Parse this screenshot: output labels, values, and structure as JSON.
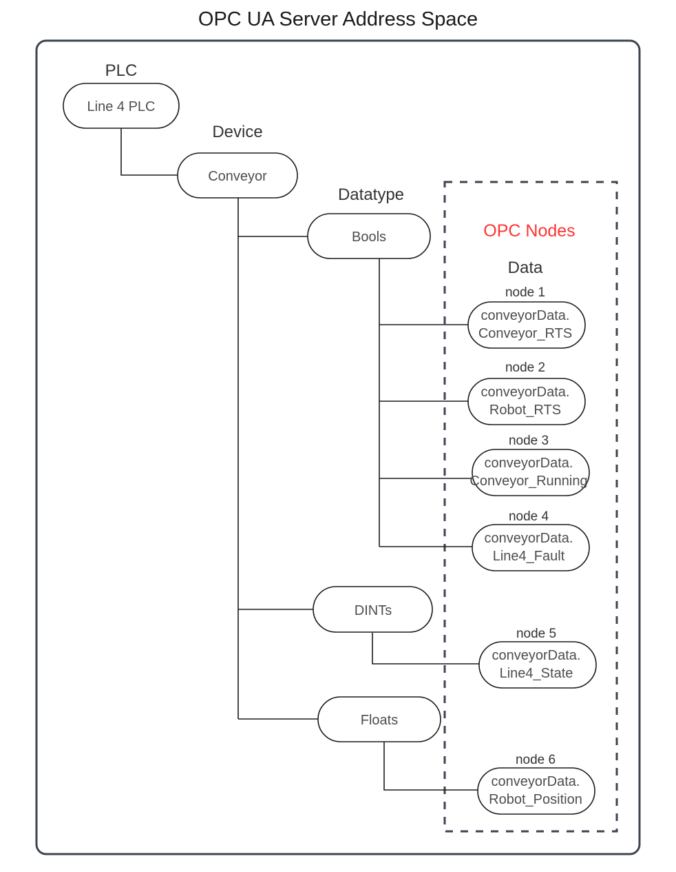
{
  "title": "OPC UA Server Address Space",
  "colors": {
    "frame": "#3d4450",
    "node_box_stroke": "#1a1a1a",
    "opc_nodes_accent": "#ff3333",
    "text": "#333333",
    "background": "#ffffff"
  },
  "tree": {
    "group_labels": {
      "plc": "PLC",
      "device": "Device",
      "datatype": "Datatype"
    },
    "plc_node": "Line 4 PLC",
    "device_node": "Conveyor",
    "datatype_nodes": [
      {
        "label": "Bools"
      },
      {
        "label": "DINTs"
      },
      {
        "label": "Floats"
      }
    ]
  },
  "opc_nodes_panel": {
    "heading": "OPC Nodes",
    "subheading": "Data",
    "nodes": [
      {
        "caption": "node 1",
        "line1": "conveyorData.",
        "line2": "Conveyor_RTS"
      },
      {
        "caption": "node 2",
        "line1": "conveyorData.",
        "line2": "Robot_RTS"
      },
      {
        "caption": "node 3",
        "line1": "conveyorData.",
        "line2": "Conveyor_Running"
      },
      {
        "caption": "node 4",
        "line1": "conveyorData.",
        "line2": "Line4_Fault"
      },
      {
        "caption": "node 5",
        "line1": "conveyorData.",
        "line2": "Line4_State"
      },
      {
        "caption": "node 6",
        "line1": "conveyorData.",
        "line2": "Robot_Position"
      }
    ]
  }
}
